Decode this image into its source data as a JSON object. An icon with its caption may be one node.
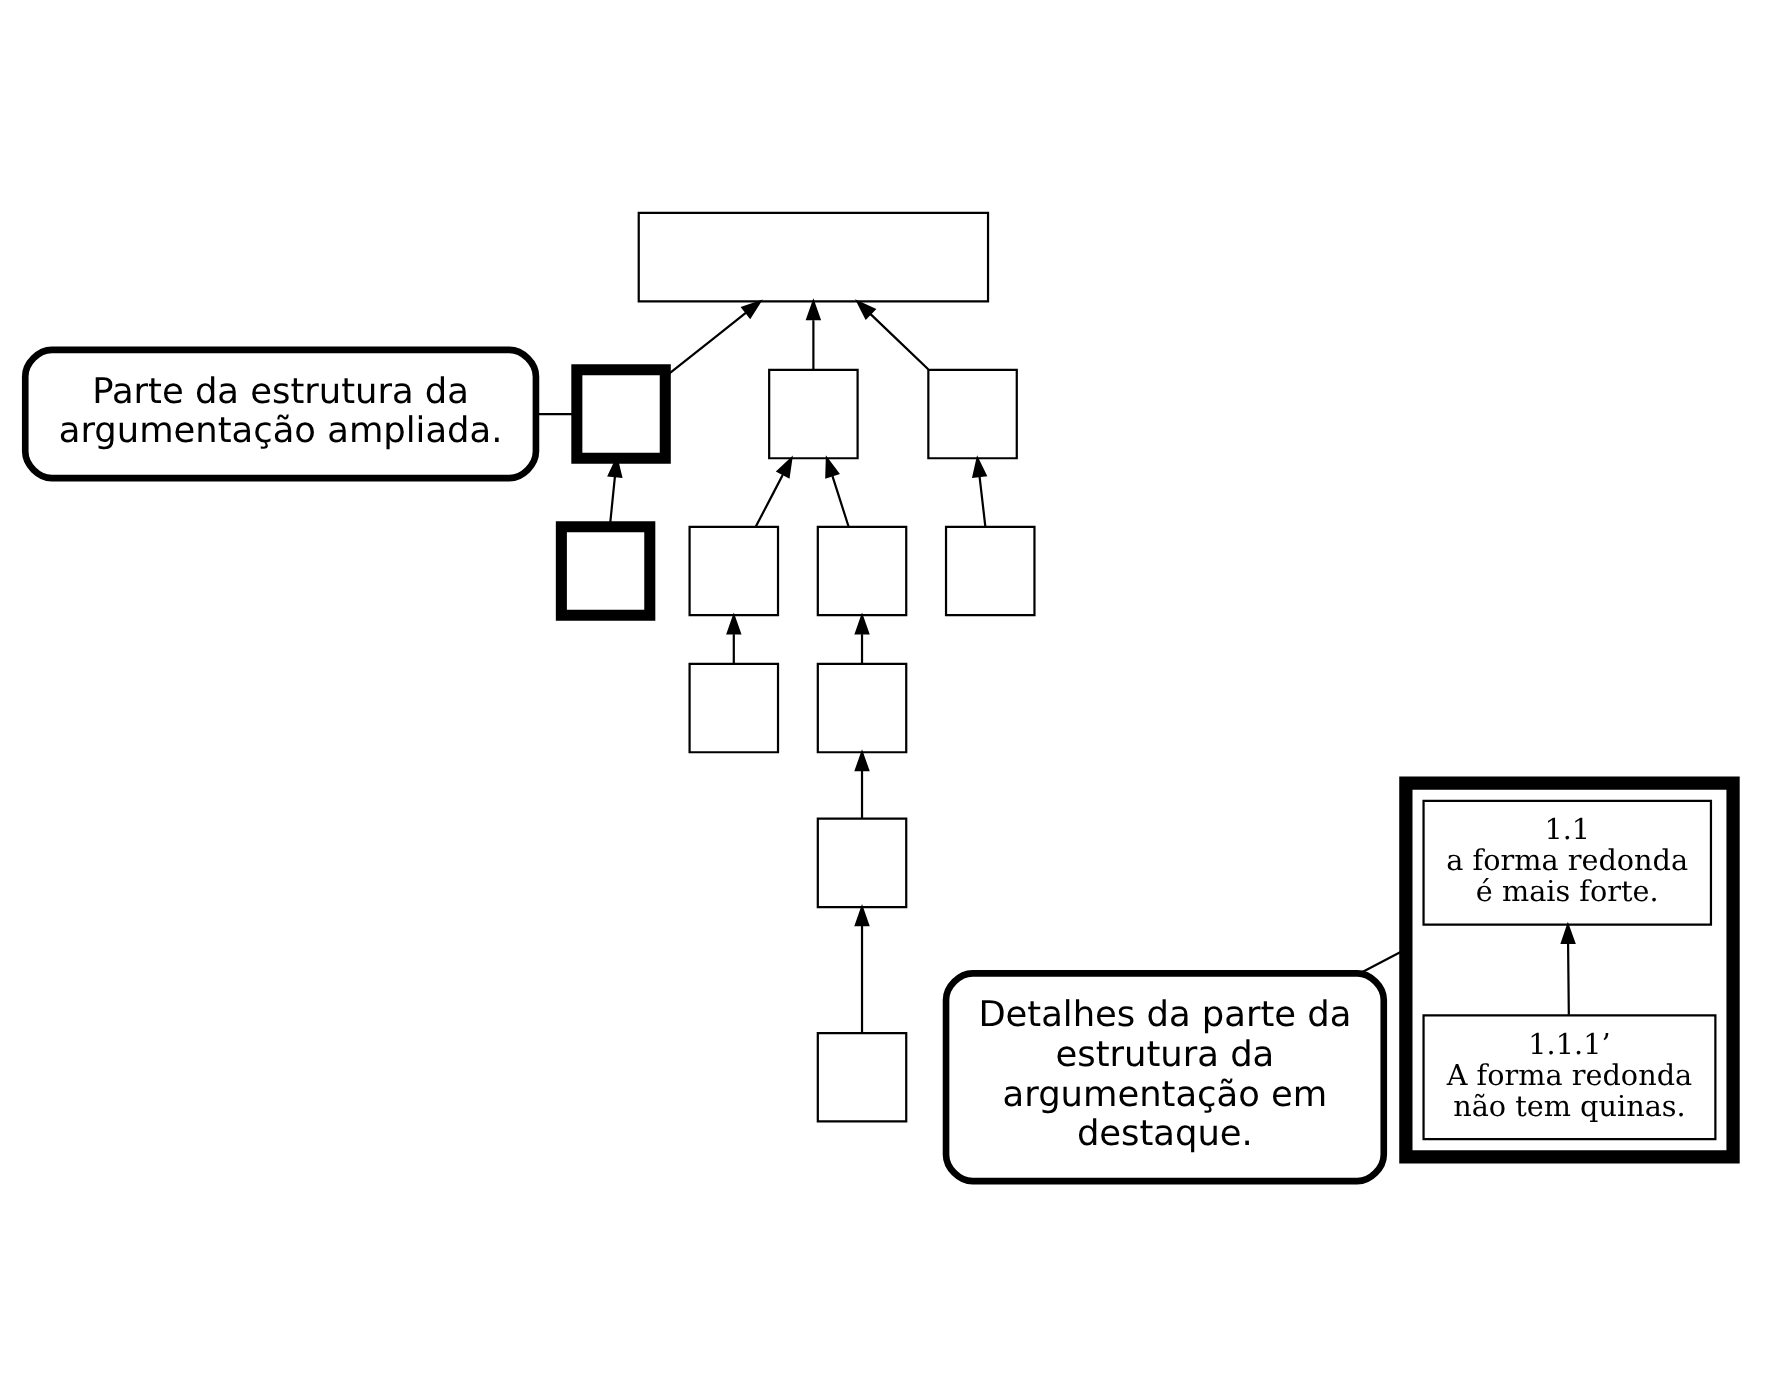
{
  "diagram": {
    "nodes": [
      {
        "text": [],
        "shape": "box"
      },
      {
        "text": [],
        "shape": "box"
      },
      {
        "text": [],
        "shape": "box"
      },
      {
        "text": [],
        "shape": "box"
      },
      {
        "text": [],
        "shape": "box"
      },
      {
        "text": [],
        "shape": "box"
      },
      {
        "text": [],
        "shape": "box"
      },
      {
        "text": [],
        "shape": "box"
      },
      {
        "text": [],
        "shape": "box"
      },
      {
        "text": [],
        "shape": "box"
      },
      {
        "text": [],
        "shape": "box"
      },
      {
        "text": [],
        "shape": "box"
      },
      {
        "text": [
          "Parte da estrutura da argumentação ampliada."
        ]
      },
      {
        "text": [
          "Detalhes da parte da estrutura da argumentação em destaque."
        ]
      },
      {
        "text": [],
        "shape": "box"
      },
      {
        "text": [
          "1.1",
          "a forma redonda é mais forte."
        ],
        "in": 14
      },
      {
        "text": [
          "1.1.1’",
          "A forma redonda não tem quinas."
        ],
        "in": 14
      }
    ],
    "edges": [
      {
        "from": 1,
        "to": 0,
        "arrow": "to"
      },
      {
        "from": 2,
        "to": 0,
        "arrow": "to"
      },
      {
        "from": 3,
        "to": 0,
        "arrow": "to"
      },
      {
        "from": 4,
        "to": 1,
        "arrow": "to"
      },
      {
        "from": 5,
        "to": 2,
        "arrow": "to"
      },
      {
        "from": 6,
        "to": 2,
        "arrow": "to"
      },
      {
        "from": 7,
        "to": 3,
        "arrow": "to"
      },
      {
        "from": 8,
        "to": 5,
        "arrow": "to"
      },
      {
        "from": 9,
        "to": 6,
        "arrow": "to"
      },
      {
        "from": 10,
        "to": 9,
        "arrow": "to"
      },
      {
        "from": 11,
        "to": 10,
        "arrow": "to"
      },
      {
        "from": 16,
        "to": 15,
        "arrow": "to"
      },
      {
        "from": 12,
        "to": 1,
        "arrow": "none"
      },
      {
        "from": 13,
        "to": 14,
        "arrow": "none"
      }
    ]
  }
}
